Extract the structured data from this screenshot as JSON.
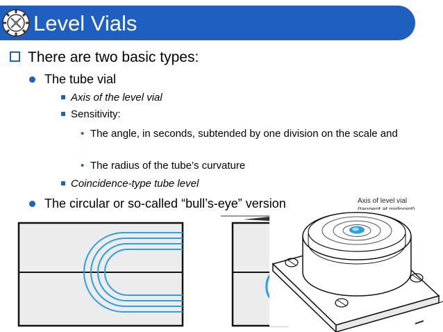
{
  "slide": {
    "title": "Level Vials",
    "colors": {
      "title_bar": "#1f5fbf",
      "bullet": "#1f5fbf",
      "vial_lines": "#29a0e0"
    }
  },
  "bullets": {
    "level1": "There are two basic types:",
    "tube_vial": "The tube vial",
    "axis": "Axis of the level vial",
    "sensitivity": "Sensitivity:",
    "angle": "The angle, in seconds, subtended by one division on the scale and",
    "radius": "The radius of the tube’s curvature",
    "coincidence": "Coincidence-type tube level",
    "circular": "The circular or so-called “bull’s-eye” version"
  },
  "figure": {
    "label_axis": "Axis of level vial",
    "label_tangent": "(tangent at midpoint)"
  }
}
